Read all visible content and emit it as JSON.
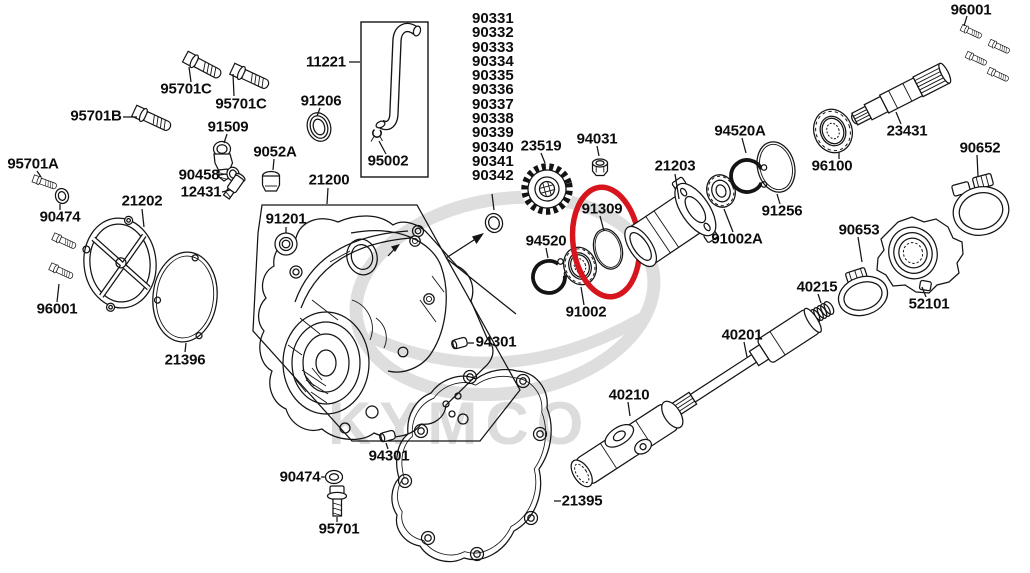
{
  "watermark": {
    "brand": "KYMCO"
  },
  "highlight": {
    "color": "#d6151c",
    "meaning": "circled-part-91309"
  },
  "shim_list": [
    "90331",
    "90332",
    "90333",
    "90334",
    "90335",
    "90336",
    "90337",
    "90338",
    "90339",
    "90340",
    "90341",
    "90342"
  ],
  "labels": {
    "bolt_95701c_a": "95701C",
    "bolt_95701c_b": "95701C",
    "bolt_95701b": "95701B",
    "bolt_95701a": "95701A",
    "pipe_11221": "11221",
    "seal_91206": "91206",
    "sensor_91509": "91509",
    "plug_9052a": "9052A",
    "oring_90458": "90458",
    "sensor_12431": "12431",
    "cover_21202": "21202",
    "washer_90474_a": "90474",
    "bolt_96001_left": "96001",
    "gasket_21396": "21396",
    "case_21200": "21200",
    "seal_91201": "91201",
    "clip_95002": "95002",
    "gear_23519": "23519",
    "nut_94031": "94031",
    "hub_21203": "21203",
    "circlip_94520a": "94520A",
    "ring_91256": "91256",
    "bearing_91002a": "91002A",
    "bearing_96100": "96100",
    "shaft_23431": "23431",
    "bolt_96001_top": "96001",
    "clamp_90652": "90652",
    "clamp_90653": "90653",
    "spring_40215": "40215",
    "boot_52101": "52101",
    "oring_91309": "91309",
    "circlip_94520": "94520",
    "bearing_91002": "91002",
    "shaft_40201": "40201",
    "joint_40210": "40210",
    "gasket_21395": "21395",
    "dowel_94301_a": "94301",
    "dowel_94301_b": "94301",
    "washer_90474_b": "90474",
    "bolt_95701": "95701"
  }
}
